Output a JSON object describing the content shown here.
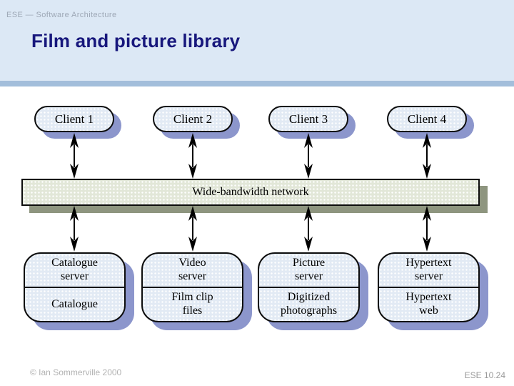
{
  "header": {
    "eyebrow": "ESE — Software Architecture",
    "title": "Film and picture library"
  },
  "diagram": {
    "clients": [
      {
        "label": "Client 1"
      },
      {
        "label": "Client 2"
      },
      {
        "label": "Client 3"
      },
      {
        "label": "Client 4"
      }
    ],
    "network": {
      "label": "Wide-bandwidth network"
    },
    "servers": [
      {
        "name": "Catalogue\nserver",
        "store": "Catalogue"
      },
      {
        "name": "Video\nserver",
        "store": "Film clip\nfiles"
      },
      {
        "name": "Picture\nserver",
        "store": "Digitized\nphotographs"
      },
      {
        "name": "Hypertext\nserver",
        "store": "Hypertext\nweb"
      }
    ]
  },
  "footer": {
    "copyright": "© Ian Sommerville 2000",
    "slide_ref": "ESE 10.24"
  },
  "colors": {
    "header_bg": "#dce8f5",
    "header_rule": "#a3bedb",
    "title_text": "#17177c",
    "node_fill": "#e2eaf4",
    "node_shadow": "#8c96cc",
    "network_fill": "#e2e7d8",
    "network_shadow": "#8e957f",
    "muted_text": "#a6a6a6"
  }
}
